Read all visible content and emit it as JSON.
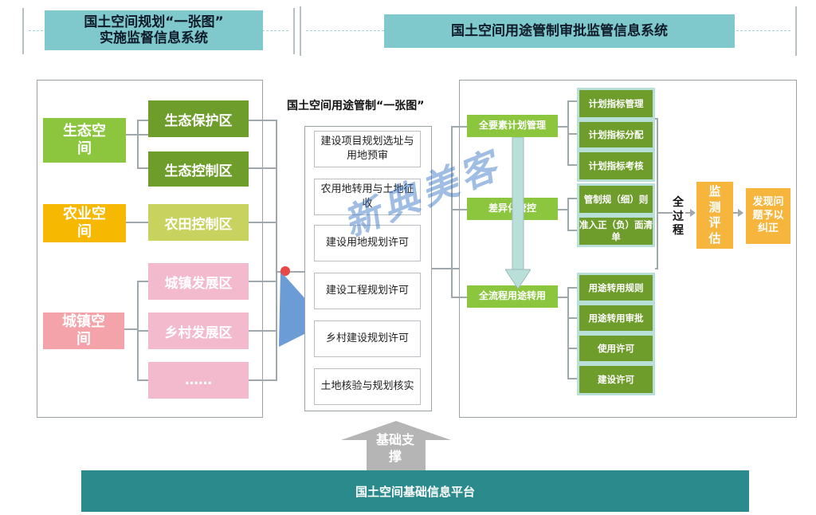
{
  "headers": {
    "left": "国土空间规划“一张图”\n实施监督信息系统",
    "right": "国土空间用途管制审批监管信息系统"
  },
  "left_panel": {
    "spaces": [
      "生态空间",
      "农业空间",
      "城镇空间"
    ],
    "zones": [
      "生态保护区",
      "生态控制区",
      "农田控制区",
      "城镇发展区",
      "乡村发展区",
      "……"
    ]
  },
  "middle_panel": {
    "title": "国土空间用途管制“一张图”",
    "items": [
      "建设项目规划选址与用地预审",
      "农用地转用与土地征收",
      "建设用地规划许可",
      "建设工程规划许可",
      "乡村建设规划许可",
      "土地核验与规划核实"
    ]
  },
  "right_panel": {
    "categories": [
      "全要素计划管理",
      "差异化管控",
      "全流程用途转用"
    ],
    "details": [
      "计划指标管理",
      "计划指标分配",
      "计划指标考核",
      "管制规（细）则",
      "准入正（负）面清单",
      "用途转用规则",
      "用途转用审批",
      "使用许可",
      "建设许可"
    ],
    "process_label": "全过程",
    "monitor": "监测评估",
    "correct": "发现问题予以纠正"
  },
  "support_label": "基础支撑",
  "platform": "国土空间基础信息平台",
  "watermark": "新典美客",
  "colors": {
    "header_bg": "#7fc8cc",
    "eco_space": "#8cc63f",
    "eco_zone": "#6f9d2b",
    "farm_space": "#f6b800",
    "farm_zone": "#c8d25e",
    "town_space": "#f3a3a9",
    "town_zone": "#f3b9cd",
    "green_bar": "#8cc63f",
    "green_box": "#6f9d2b",
    "orange": "#f6b53c",
    "platform": "#2a8a8c"
  }
}
